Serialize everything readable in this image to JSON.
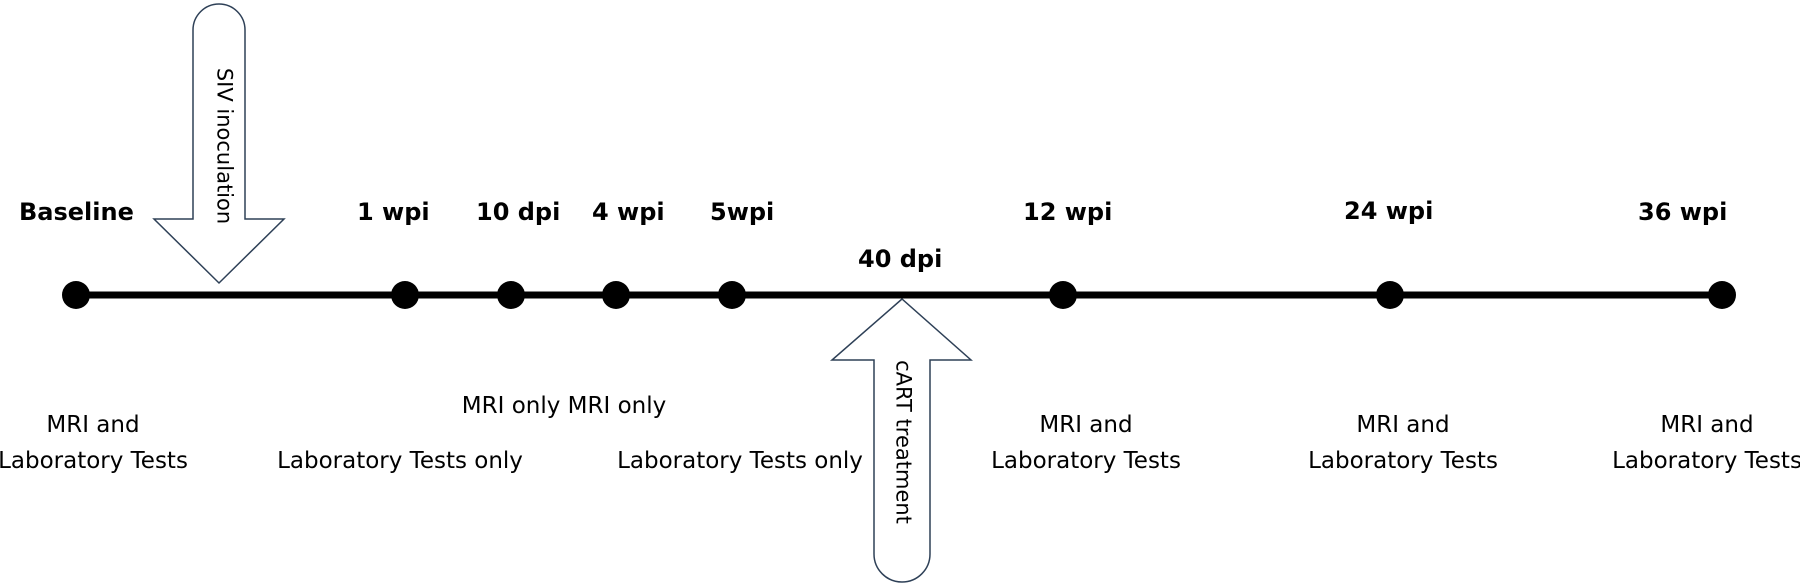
{
  "timepoints": {
    "baseline": "Baseline",
    "wpi1": "1  wpi",
    "dpi10": "10  dpi",
    "wpi4": "4  wpi",
    "wpi5": "5wpi",
    "dpi40": "40 dpi",
    "wpi12": "12 wpi",
    "wpi24": "24 wpi",
    "wpi36": "36 wpi"
  },
  "descriptions": {
    "baseline_1": "MRI and",
    "baseline_2": "Laboratory Tests",
    "lab_only_a": "Laboratory Tests only",
    "mri_only": "MRI only MRI only",
    "lab_only_b": "Laboratory Tests only",
    "wpi12_1": "MRI and",
    "wpi12_2": "Laboratory Tests",
    "wpi24_1": "MRI and",
    "wpi24_2": "Laboratory Tests",
    "wpi36_1": "MRI and",
    "wpi36_2": "Laboratory Tests"
  },
  "arrows": {
    "siv": "SIV inoculation",
    "cart": "cART treatment"
  }
}
